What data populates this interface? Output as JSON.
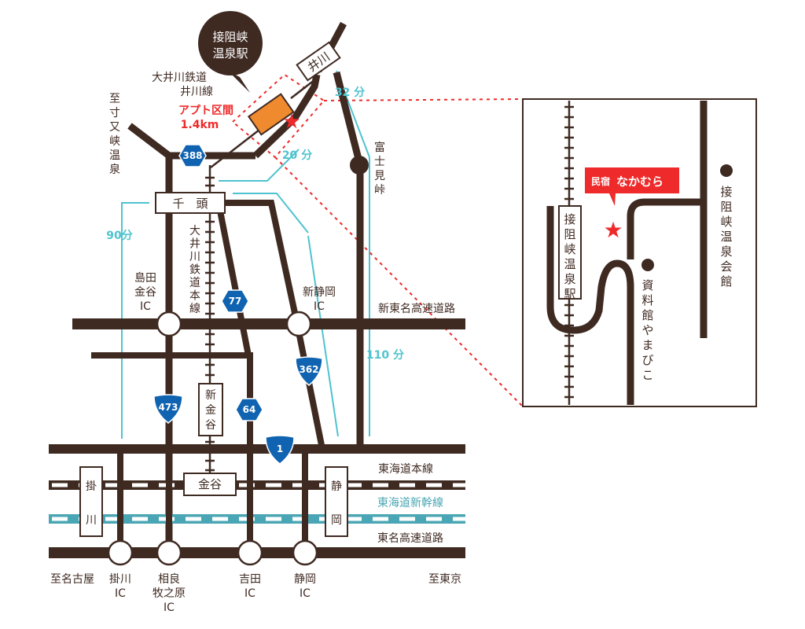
{
  "colors": {
    "road": "#3f2a22",
    "cyan": "#4fc3cf",
    "shinkansen": "#4aa6b4",
    "red": "#ee2a2a",
    "route_blue": "#0f63b0",
    "station_orange": "#f08a2f"
  },
  "callout": {
    "line1": "接阻峡",
    "line2": "温泉駅"
  },
  "labels": {
    "oigawa_ikawa_line_1": "大井川鉄道",
    "oigawa_ikawa_line_2": "井川線",
    "to_sumatakyo": "至寸又峡温泉",
    "apt_section": "アプト区間",
    "apt_distance": "1.4km",
    "ikawa_station": "井川",
    "fujimi_pass": "富士見峠",
    "senzu": "千　頭",
    "oigawa_main_line": "大井川鉄道本線",
    "shimada_kanaya_ic": [
      "島田",
      "金谷",
      "IC"
    ],
    "shin_shizuoka_ic": [
      "新静岡",
      "IC"
    ],
    "shin_tomei": "新東名高速道路",
    "shin_kanaya": "新金谷",
    "kanaya": "金谷",
    "kakegawa": [
      "掛",
      "川"
    ],
    "shizuoka": [
      "静",
      "岡"
    ],
    "tokaido_line": "東海道本線",
    "tokaido_shinkansen": "東海道新幹線",
    "tomei": "東名高速道路",
    "to_nagoya": "至名古屋",
    "to_tokyo": "至東京",
    "kakegawa_ic": [
      "掛川",
      "IC"
    ],
    "sagara_ic": [
      "相良",
      "牧之原",
      "IC"
    ],
    "yoshida_ic": [
      "吉田",
      "IC"
    ],
    "shizuoka_ic": [
      "静岡",
      "IC"
    ]
  },
  "times": {
    "t32": "32 分",
    "t20": "20 分",
    "t90": "90分",
    "t110": "110 分"
  },
  "routes": {
    "r388": "388",
    "r77": "77",
    "r362": "362",
    "r473": "473",
    "r64": "64",
    "r1": "1"
  },
  "inset": {
    "minshuku_prefix": "民宿",
    "minshuku_name": "なかむら",
    "station": "接阻峡温泉駅",
    "hall": "接阻峡温泉会館",
    "museum": "資料館やまびこ"
  }
}
